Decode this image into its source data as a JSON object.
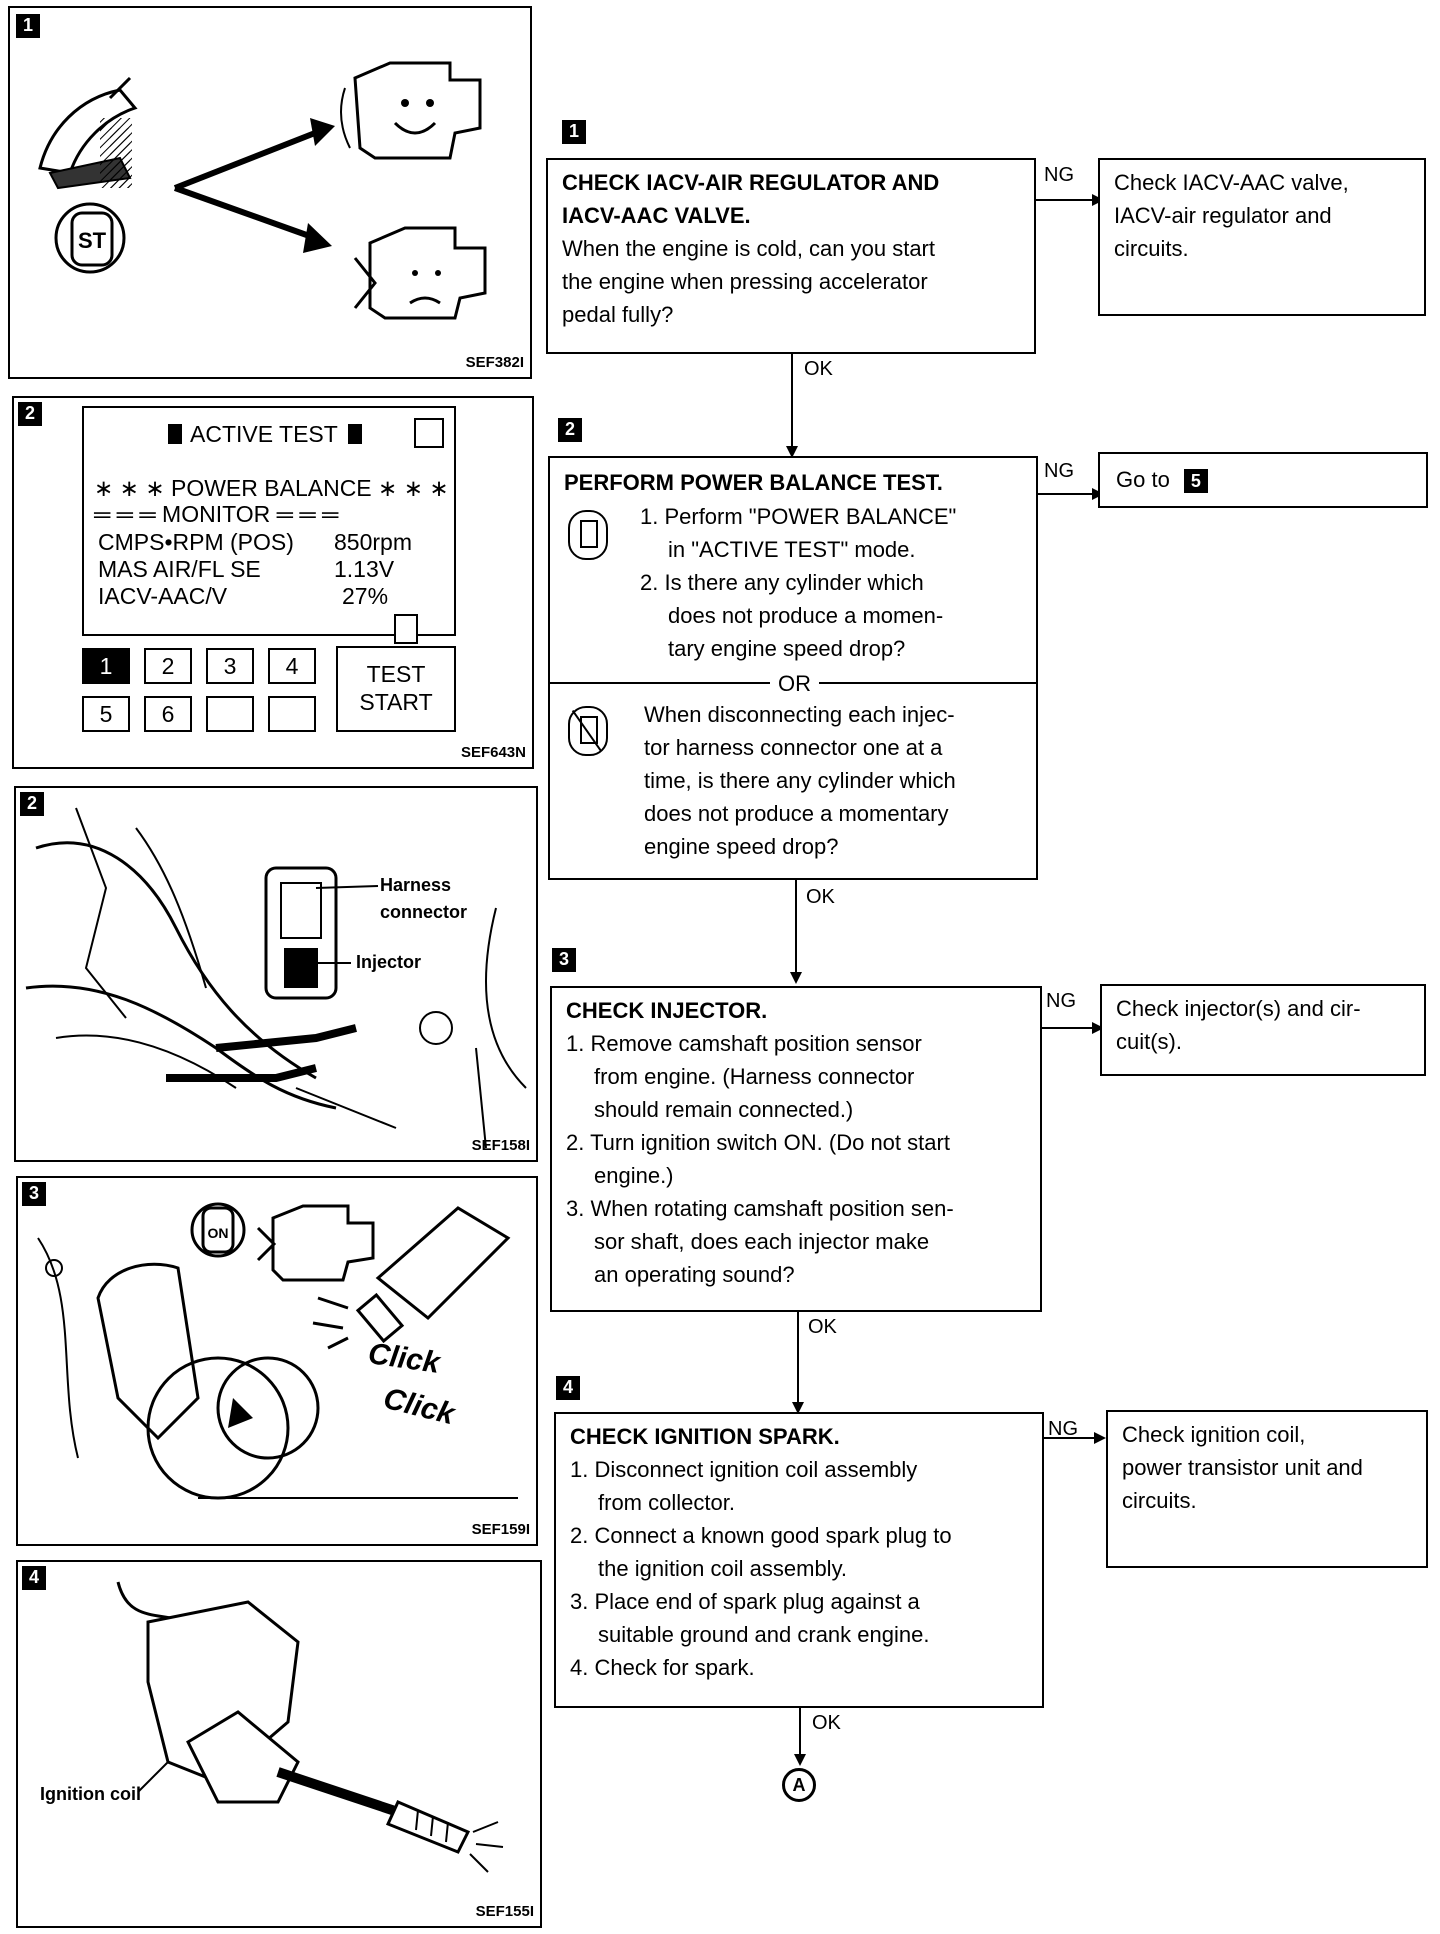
{
  "left_panels": {
    "p1": {
      "badge": "1",
      "code": "SEF382I",
      "key_label": "ST"
    },
    "p2": {
      "badge": "2",
      "code": "SEF643N",
      "screen": {
        "header": "ACTIVE TEST",
        "line1": "∗ ∗ ∗ POWER BALANCE ∗ ∗ ∗",
        "line2": "═ ═ ═ MONITOR ═ ═ ═",
        "rows": [
          {
            "label": "CMPS•RPM (POS)",
            "value": "850rpm"
          },
          {
            "label": "MAS AIR/FL SE",
            "value": "1.13V"
          },
          {
            "label": "IACV-AAC/V",
            "value": "27%"
          }
        ],
        "buttons": [
          "1",
          "2",
          "3",
          "4",
          "5",
          "6"
        ],
        "test_start": [
          "TEST",
          "START"
        ]
      }
    },
    "p3": {
      "badge": "2",
      "code": "SEF158I",
      "label_harness": "Harness",
      "label_connector": "connector",
      "label_injector": "Injector"
    },
    "p4": {
      "badge": "3",
      "code": "SEF159I",
      "key_label": "ON",
      "click1": "Click",
      "click2": "Click"
    },
    "p5": {
      "badge": "4",
      "code": "SEF155I",
      "label_coil": "Ignition coil"
    }
  },
  "flow": {
    "steps": [
      {
        "badge": "1",
        "title1": "CHECK IACV-AIR REGULATOR AND",
        "title2": "IACV-AAC VALVE.",
        "body": [
          "When the engine is cold, can you start",
          "the engine when pressing accelerator",
          "pedal fully?"
        ],
        "ng": "NG",
        "ng_box": [
          "Check IACV-AAC valve,",
          "IACV-air regulator and",
          "circuits."
        ],
        "ok": "OK"
      },
      {
        "badge": "2",
        "title1": "PERFORM POWER BALANCE TEST.",
        "consult_items": [
          "1. Perform \"POWER BALANCE\"",
          "in \"ACTIVE TEST\" mode.",
          "2. Is there any cylinder which",
          "does not produce a momen-",
          "tary engine speed drop?"
        ],
        "or": "OR",
        "alt_body": [
          "When disconnecting each injec-",
          "tor harness connector one at a",
          "time, is there any cylinder which",
          "does not produce a momentary",
          "engine speed drop?"
        ],
        "ng": "NG",
        "ng_box_text": "Go to",
        "ng_box_badge": "5",
        "ok": "OK"
      },
      {
        "badge": "3",
        "title1": "CHECK INJECTOR.",
        "body": [
          "1. Remove camshaft position sensor",
          "from engine. (Harness connector",
          "should remain connected.)",
          "2. Turn ignition switch ON. (Do not start",
          "engine.)",
          "3. When rotating camshaft position sen-",
          "sor shaft, does each injector make",
          "an operating sound?"
        ],
        "ng": "NG",
        "ng_box": [
          "Check injector(s) and cir-",
          "cuit(s)."
        ],
        "ok": "OK"
      },
      {
        "badge": "4",
        "title1": "CHECK IGNITION SPARK.",
        "body": [
          "1. Disconnect ignition coil assembly",
          "from collector.",
          "2. Connect a known good spark plug to",
          "the ignition coil assembly.",
          "3. Place end of spark plug against a",
          "suitable ground and crank engine.",
          "4. Check for spark."
        ],
        "ng": "NG",
        "ng_box": [
          "Check ignition coil,",
          "power transistor unit and",
          "circuits."
        ],
        "ok": "OK"
      }
    ],
    "connector": "A"
  }
}
